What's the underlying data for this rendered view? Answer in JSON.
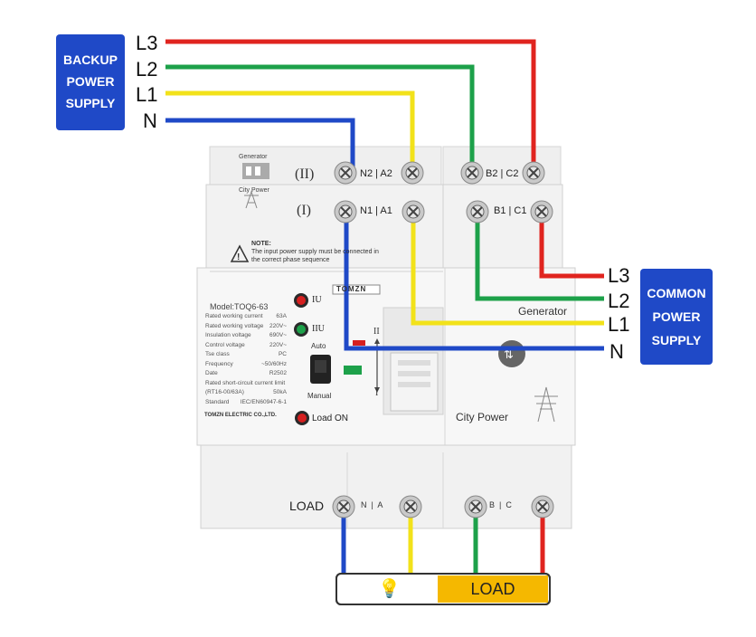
{
  "backup_box": {
    "lines": [
      "BACKUP",
      "POWER",
      "SUPPLY"
    ]
  },
  "common_box": {
    "lines": [
      "COMMON",
      "POWER",
      "SUPPLY"
    ]
  },
  "left_wire_labels": [
    "L3",
    "L2",
    "L1",
    "N"
  ],
  "right_wire_labels": [
    "L3",
    "L2",
    "L1",
    "N"
  ],
  "colors": {
    "L3": "#e0241f",
    "L2": "#1da14a",
    "L1": "#f2e21a",
    "N": "#1f49c7",
    "box": "#1f49c7",
    "load_bar": "#f5b800"
  },
  "device": {
    "generator_tag": "Generator",
    "city_power_tag": "City Power",
    "roman_two": "(II)",
    "roman_one": "(I)",
    "top_terminals_left": "N2 | A2",
    "top_terminals_right": "B2 | C2",
    "mid_terminals_left": "N1 | A1",
    "mid_terminals_right": "B1 | C1",
    "note_title": "NOTE:",
    "note_line1": "The input power supply must be connected in",
    "note_line2": "the correct phase sequence",
    "brand": "TOMZN",
    "model": "Model:TOQ6-63",
    "specs": [
      {
        "k": "Rated working current",
        "v": "63A"
      },
      {
        "k": "Rated working voltage",
        "v": "220V~"
      },
      {
        "k": "Insulation voltage",
        "v": "690V~"
      },
      {
        "k": "Control voltage",
        "v": "220V~"
      },
      {
        "k": "Tse class",
        "v": "PC"
      },
      {
        "k": "Frequency",
        "v": "~50/60Hz"
      },
      {
        "k": "Date",
        "v": "R2502"
      },
      {
        "k": "Rated short-circuit current limit",
        "v": ""
      },
      {
        "k": "(RT16-00/63A)",
        "v": "50kA"
      },
      {
        "k": "Standard",
        "v": "IEC/EN60947-6-1"
      }
    ],
    "company": "TOMZN ELECTRIC CO.,LTD.",
    "ind_iu": "IU",
    "ind_iiu": "IIU",
    "auto_label": "Auto",
    "manual_label": "Manual",
    "load_on": "Load ON",
    "generator_label": "Generator",
    "city_power_label": "City Power",
    "switch_II": "II",
    "switch_I": "I",
    "bottom_load": "LOAD",
    "bottom_terms_left": "N  |  A",
    "bottom_terms_right": "B  |  C"
  },
  "load_bar": {
    "label": "LOAD",
    "bulb_icon": "light-bulb-icon"
  }
}
